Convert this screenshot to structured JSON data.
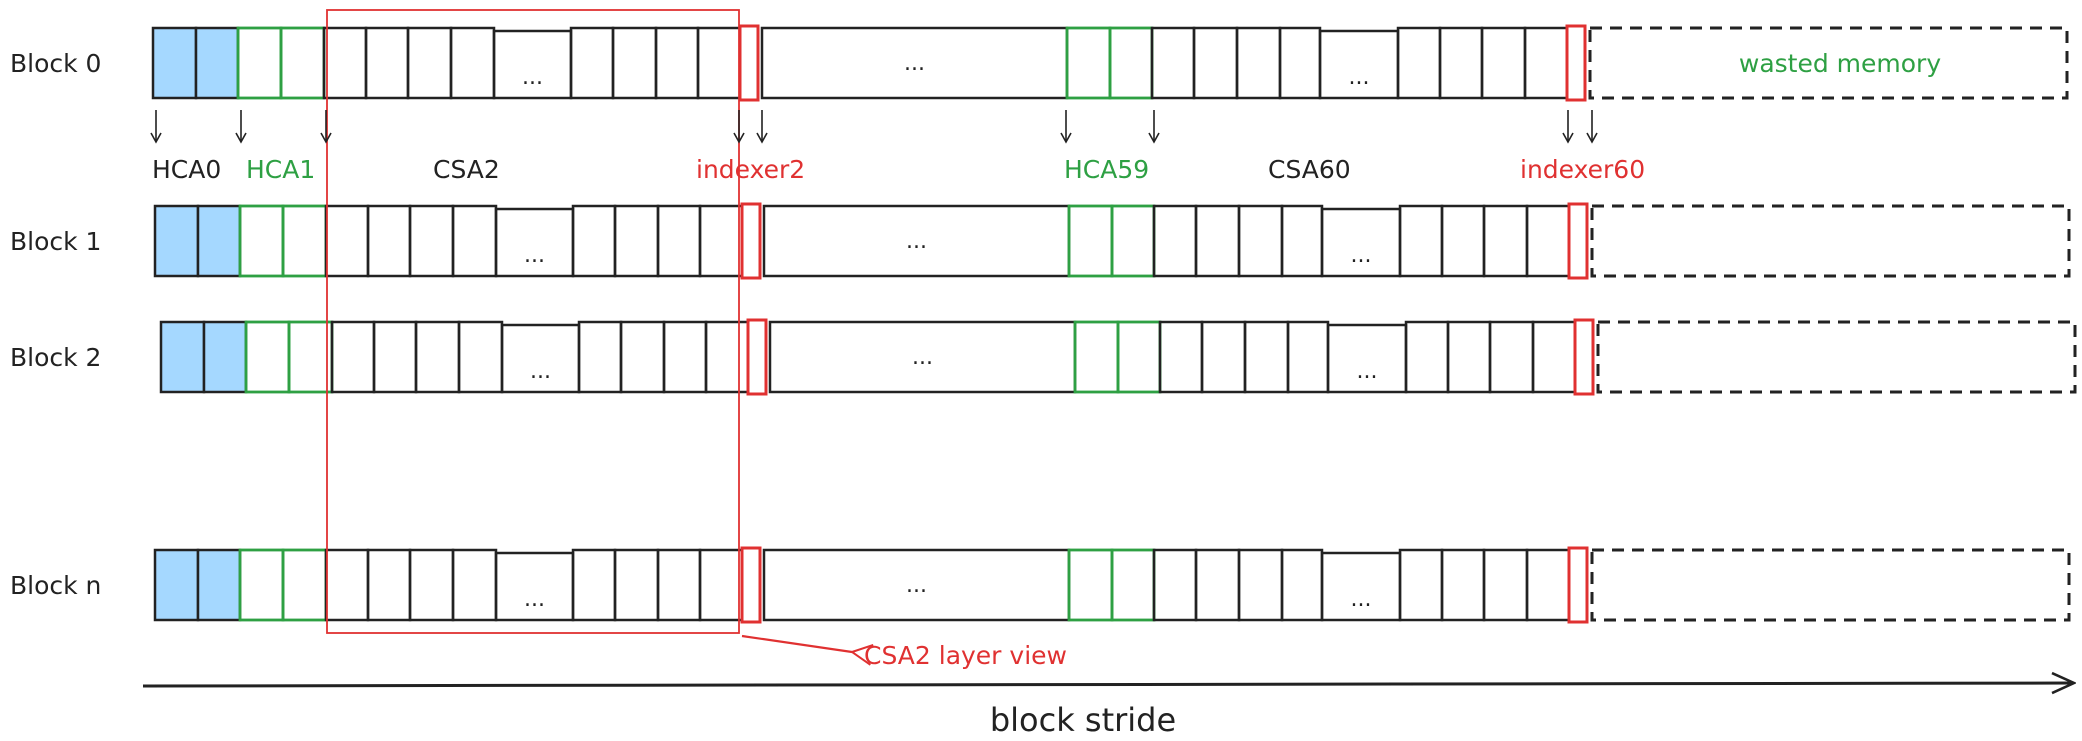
{
  "colors": {
    "black": "#222222",
    "green": "#2ea043",
    "red": "#e03131",
    "blue_fill": "#a5d8ff"
  },
  "blocks": [
    {
      "label": "Block 0"
    },
    {
      "label": "Block 1"
    },
    {
      "label": "Block 2"
    },
    {
      "label": "Block n"
    }
  ],
  "ellipsis": "...",
  "wasted_memory": "wasted memory",
  "layer_labels": [
    {
      "text": "HCA0",
      "color": "black"
    },
    {
      "text": "HCA1",
      "color": "green"
    },
    {
      "text": "CSA2",
      "color": "black"
    },
    {
      "text": "indexer2",
      "color": "red"
    },
    {
      "text": "HCA59",
      "color": "green"
    },
    {
      "text": "CSA60",
      "color": "black"
    },
    {
      "text": "indexer60",
      "color": "red"
    }
  ],
  "csa2_view_label": "CSA2 layer view",
  "axis_label": "block stride"
}
